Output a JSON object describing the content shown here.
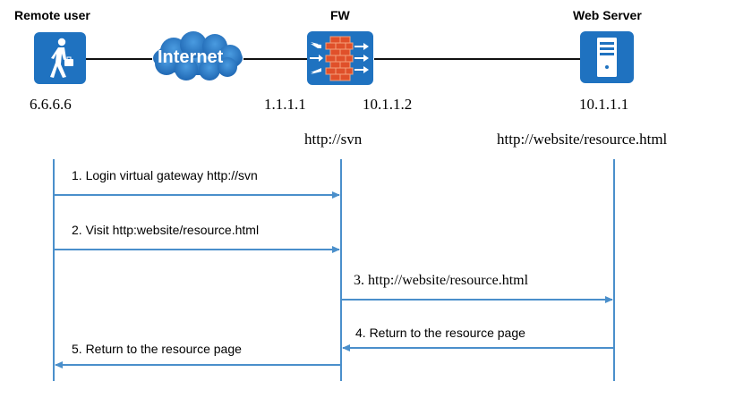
{
  "nodes": {
    "remote_user": {
      "title": "Remote user",
      "ip": "6.6.6.6",
      "icon": "person-walking-icon"
    },
    "internet": {
      "label": "Internet",
      "icon": "cloud-icon"
    },
    "firewall": {
      "title": "FW",
      "ip_outside": "1.1.1.1",
      "ip_inside": "10.1.1.2",
      "url": "http://svn",
      "icon": "firewall-icon"
    },
    "web_server": {
      "title": "Web Server",
      "ip": "10.1.1.1",
      "url": "http://website/resource.html",
      "icon": "server-icon"
    }
  },
  "messages": [
    {
      "label": "1. Login virtual gateway http://svn",
      "from": "remote_user",
      "to": "firewall"
    },
    {
      "label": "2. Visit http:website/resource.html",
      "from": "remote_user",
      "to": "firewall"
    },
    {
      "label": "3. http://website/resource.html",
      "from": "firewall",
      "to": "web_server"
    },
    {
      "label": "4. Return to the resource page",
      "from": "web_server",
      "to": "firewall"
    },
    {
      "label": "5. Return to the resource page",
      "from": "firewall",
      "to": "remote_user"
    }
  ],
  "colors": {
    "icon_blue": "#1f72c0",
    "lifeline_blue": "#4a8fcb",
    "arrow_blue": "#4a8fcb",
    "link_black": "#111111",
    "cloud_blue": "#2a78c2"
  }
}
